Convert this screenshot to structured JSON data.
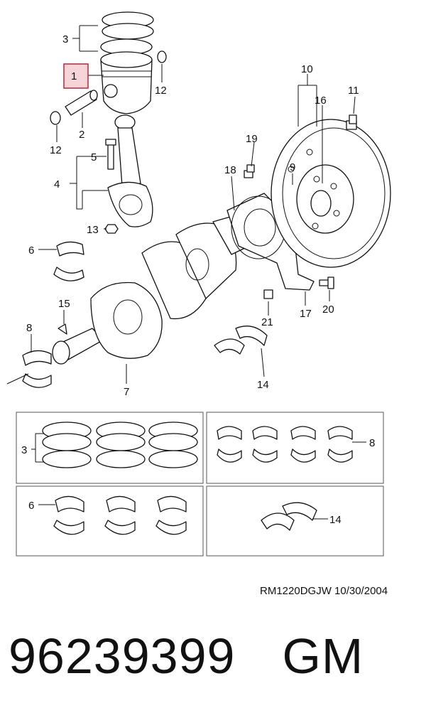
{
  "callouts": {
    "c1": "1",
    "c2": "2",
    "c3": "3",
    "c4": "4",
    "c5": "5",
    "c6": "6",
    "c7": "7",
    "c8": "8",
    "c9": "9",
    "c10": "10",
    "c11": "11",
    "c12": "12",
    "c13": "13",
    "c14": "14",
    "c15": "15",
    "c16": "16",
    "c17": "17",
    "c18": "18",
    "c19": "19",
    "c20": "20",
    "c21": "21"
  },
  "highlight": {
    "callout": "1",
    "color": "#c0243a",
    "fill": "#f6d4d8"
  },
  "panels": {
    "rings": "3",
    "main_bearings": "8",
    "rod_bearings": "6",
    "thrust_washers": "14"
  },
  "reference": "RM1220DGJW  10/30/2004",
  "part_number": "96239399",
  "brand": "GM"
}
